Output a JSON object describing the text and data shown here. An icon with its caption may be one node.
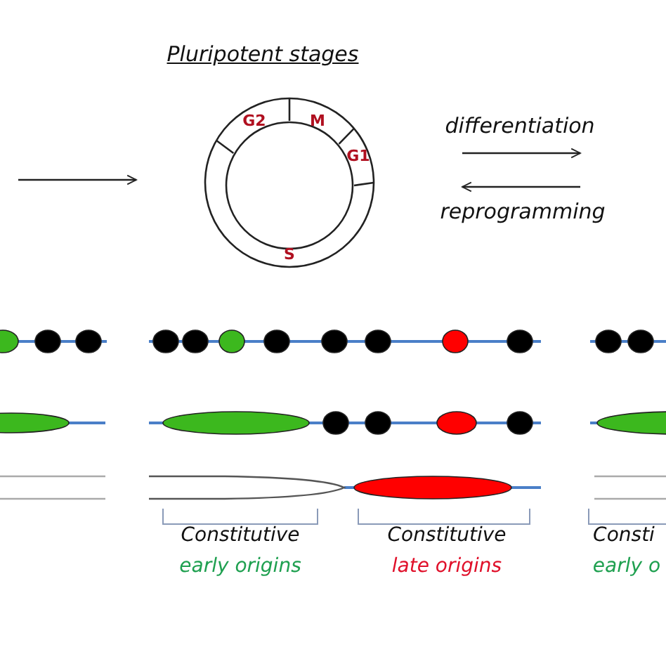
{
  "diagram": {
    "title": "Pluripotent stages",
    "nodes": [
      {
        "text": [
          "G2",
          "M",
          "G1",
          "S"
        ]
      }
    ],
    "labels": [
      "differentiation",
      "reprogramming",
      "Constitutive",
      "early origins",
      "Constitutive",
      "late origins",
      "Consti",
      "early o"
    ]
  }
}
